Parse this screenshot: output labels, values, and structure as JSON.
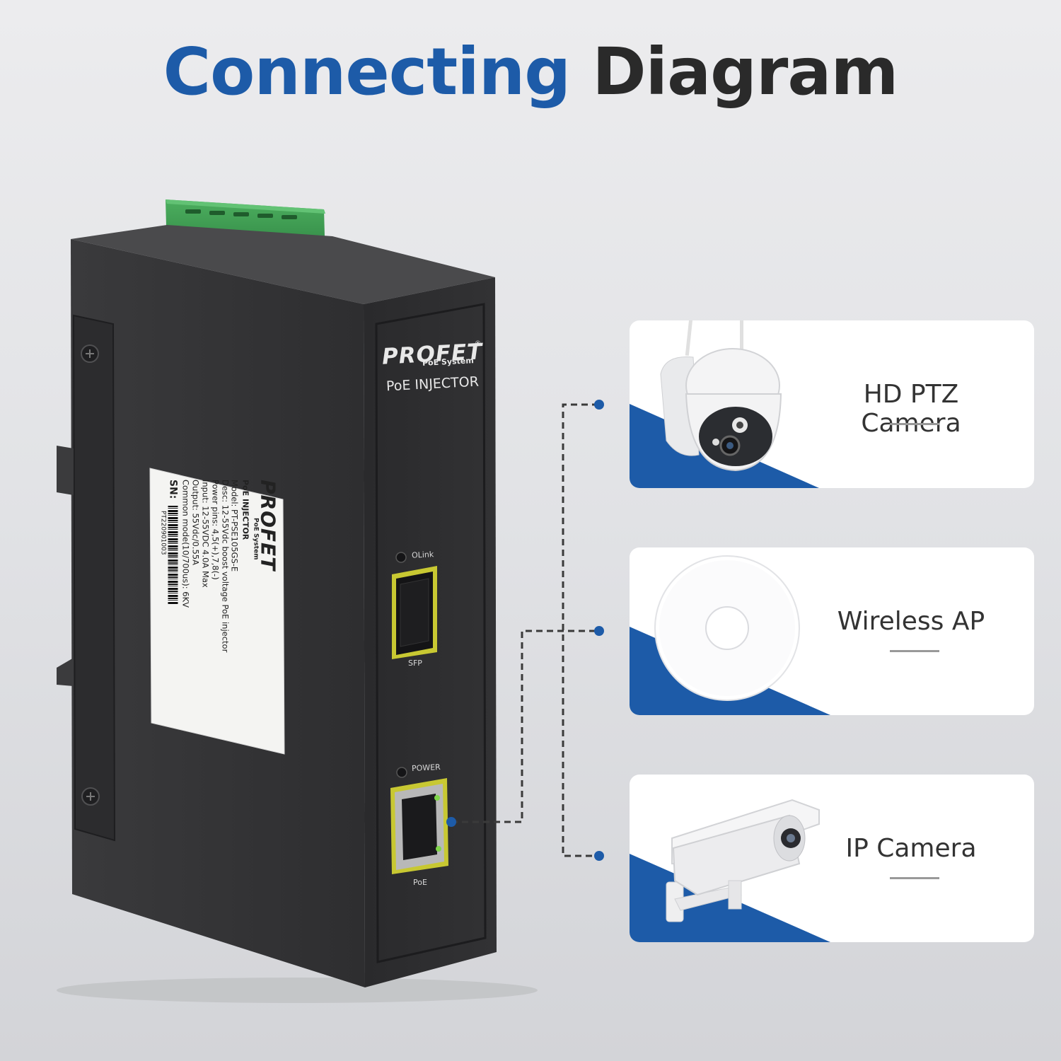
{
  "title": {
    "part1": "Connecting",
    "part2": "Diagram"
  },
  "device": {
    "brand": "PROFET",
    "brand_sub": "PoE System",
    "product": "PoE INJECTOR",
    "ports": {
      "olink": "OLink",
      "sfp": "SFP",
      "power": "POWER",
      "poe": "PoE"
    },
    "label_sheet": {
      "brand": "PROFET",
      "brand_sub": "PoE System",
      "product": "PoE INJECTOR",
      "lines": [
        "Model: PT-PSE105GS-E",
        "Desc: 12-55Vdc boost voltage PoE injector",
        "Power pins: 4,5(+),7,8(-)",
        "Input: 12-55VDC 4.0A Max",
        "Output: 55Vdc/0.55A",
        "Common mode(10/700us): 6KV"
      ],
      "sn_label": "SN:",
      "serial": "PT220901003"
    }
  },
  "targets": [
    {
      "label": "HD PTZ Camera",
      "icon": "ptz-camera-icon"
    },
    {
      "label": "Wireless AP",
      "icon": "wireless-ap-icon"
    },
    {
      "label": "IP Camera",
      "icon": "ip-camera-icon"
    }
  ],
  "colors": {
    "accent_blue": "#1d5ba8",
    "title_dark": "#2a2a2a",
    "terminal_green": "#2e8b45",
    "port_frame": "#c8c832"
  }
}
